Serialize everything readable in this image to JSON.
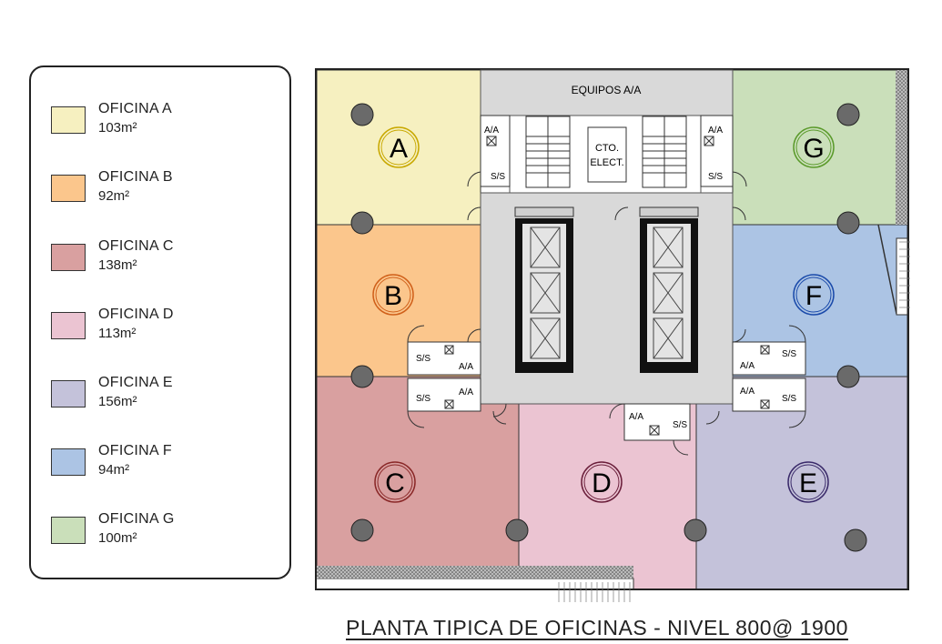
{
  "legend": {
    "items": [
      {
        "name": "OFICINA A",
        "area": "103m²",
        "color": "#f6f0c0"
      },
      {
        "name": "OFICINA B",
        "area": "92m²",
        "color": "#fbc68c"
      },
      {
        "name": "OFICINA C",
        "area": "138m²",
        "color": "#d9a0a0"
      },
      {
        "name": "OFICINA D",
        "area": "113m²",
        "color": "#ebc4d2"
      },
      {
        "name": "OFICINA E",
        "area": "156m²",
        "color": "#c4c2da"
      },
      {
        "name": "OFICINA F",
        "area": "94m²",
        "color": "#acc4e4"
      },
      {
        "name": "OFICINA G",
        "area": "100m²",
        "color": "#cadfba"
      }
    ]
  },
  "plan": {
    "title": "PLANTA TIPICA DE OFICINAS - NIVEL 800@ 1900",
    "core": {
      "equipment_label": "EQUIPOS A/A",
      "electric_label_1": "CTO.",
      "electric_label_2": "ELECT."
    },
    "offices": {
      "A": {
        "letter": "A",
        "color": "#f6f0c0",
        "ring": "#c8a800"
      },
      "B": {
        "letter": "B",
        "color": "#fbc68c",
        "ring": "#d0601a"
      },
      "C": {
        "letter": "C",
        "color": "#d9a0a0",
        "ring": "#8a2828"
      },
      "D": {
        "letter": "D",
        "color": "#ebc4d2",
        "ring": "#6a1e3a"
      },
      "E": {
        "letter": "E",
        "color": "#c4c2da",
        "ring": "#3a2a6a"
      },
      "F": {
        "letter": "F",
        "color": "#acc4e4",
        "ring": "#1a4aaa"
      },
      "G": {
        "letter": "G",
        "color": "#cadfba",
        "ring": "#5a9a2a"
      }
    },
    "service_labels": {
      "ac": "A/A",
      "ss": "S/S"
    },
    "colors": {
      "core": "#d9d9d9",
      "column": "#6a6a6a",
      "wall": "#333333"
    }
  }
}
